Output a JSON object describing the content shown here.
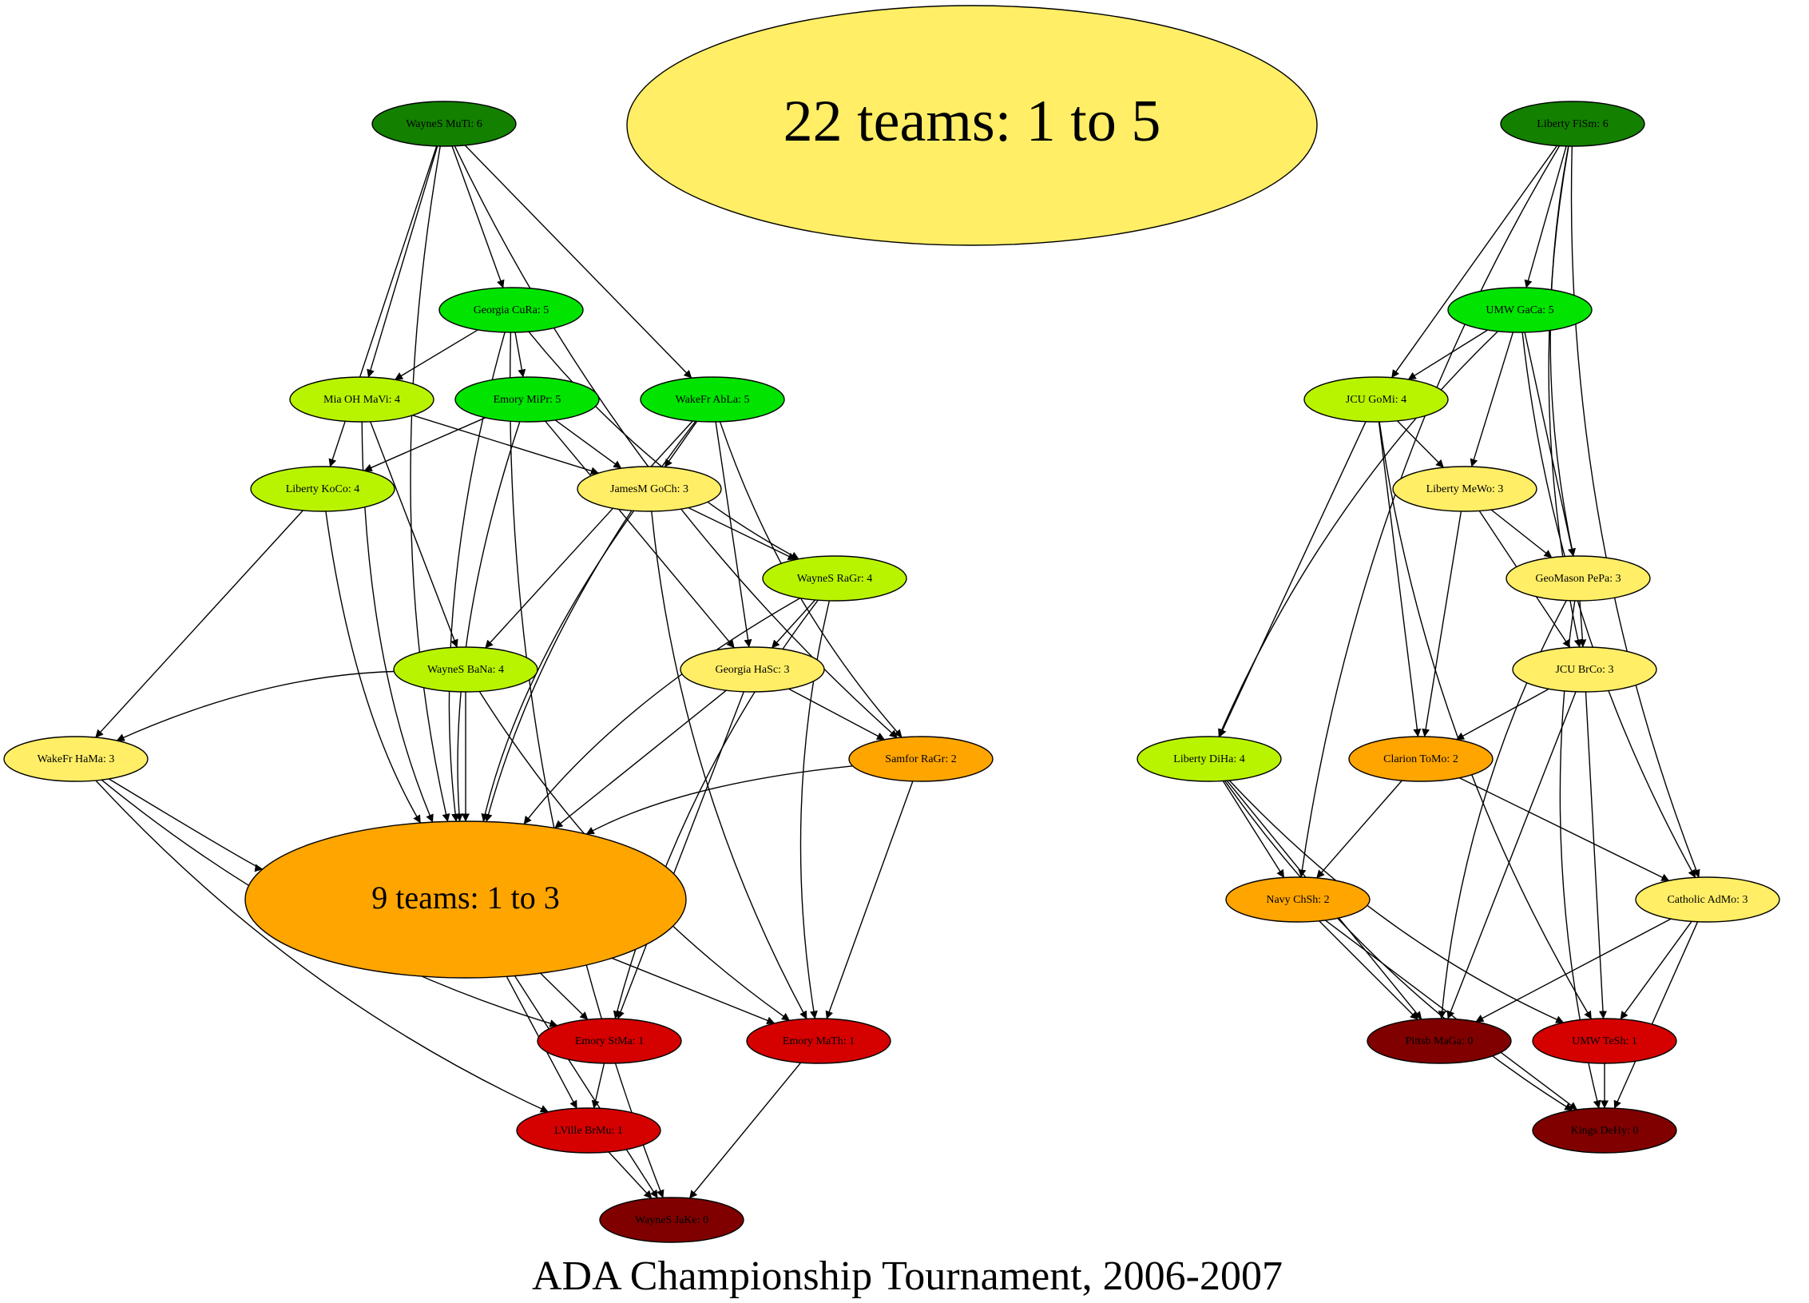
{
  "title": "ADA Championship Tournament, 2006-2007",
  "summary": {
    "label": "22 teams: 1 to 5",
    "color": "#ffee66"
  },
  "cluster": {
    "label": "9 teams: 1 to 3",
    "color": "#ffa500"
  },
  "colors": {
    "score6": "#138000",
    "score5": "#00e400",
    "score4": "#b8f400",
    "score3": "#ffee66",
    "score2": "#ffa500",
    "score1": "#d50000",
    "score0": "#800000"
  },
  "nodes": [
    {
      "id": "wayne_muti",
      "label": "WayneS MuTi: 6",
      "score": 6
    },
    {
      "id": "georgia_cura",
      "label": "Georgia CuRa: 5",
      "score": 5
    },
    {
      "id": "mia_mavi",
      "label": "Mia OH MaVi: 4",
      "score": 4
    },
    {
      "id": "emory_mipr",
      "label": "Emory MiPr: 5",
      "score": 5
    },
    {
      "id": "wakefr_abla",
      "label": "WakeFr AbLa: 5",
      "score": 5
    },
    {
      "id": "liberty_koco",
      "label": "Liberty KoCo: 4",
      "score": 4
    },
    {
      "id": "jamesm_goch",
      "label": "JamesM GoCh: 3",
      "score": 3
    },
    {
      "id": "wayne_ragr",
      "label": "WayneS RaGr: 4",
      "score": 4
    },
    {
      "id": "wayne_bana",
      "label": "WayneS BaNa: 4",
      "score": 4
    },
    {
      "id": "georgia_hasc",
      "label": "Georgia HaSc: 3",
      "score": 3
    },
    {
      "id": "samfor_ragr",
      "label": "Samfor RaGr: 2",
      "score": 2
    },
    {
      "id": "wakefr_hama",
      "label": "WakeFr HaMa: 3",
      "score": 3
    },
    {
      "id": "emory_stma",
      "label": "Emory StMa: 1",
      "score": 1
    },
    {
      "id": "emory_math",
      "label": "Emory MaTh: 1",
      "score": 1
    },
    {
      "id": "lville_brmu",
      "label": "LVille BrMu: 1",
      "score": 1
    },
    {
      "id": "wayne_jake",
      "label": "WayneS JaKe: 0",
      "score": 0
    },
    {
      "id": "liberty_fism",
      "label": "Liberty FiSm: 6",
      "score": 6
    },
    {
      "id": "umw_gaca",
      "label": "UMW GaCa: 5",
      "score": 5
    },
    {
      "id": "jcu_gomi",
      "label": "JCU GoMi: 4",
      "score": 4
    },
    {
      "id": "liberty_mewo",
      "label": "Liberty MeWo: 3",
      "score": 3
    },
    {
      "id": "geomason_pepa",
      "label": "GeoMason PePa: 3",
      "score": 3
    },
    {
      "id": "jcu_brco",
      "label": "JCU BrCo: 3",
      "score": 3
    },
    {
      "id": "liberty_diha",
      "label": "Liberty DiHa: 4",
      "score": 4
    },
    {
      "id": "clarion_tomo",
      "label": "Clarion ToMo: 2",
      "score": 2
    },
    {
      "id": "navy_chsh",
      "label": "Navy ChSh: 2",
      "score": 2
    },
    {
      "id": "catholic_admo",
      "label": "Catholic AdMo: 3",
      "score": 3
    },
    {
      "id": "pittsb_maga",
      "label": "Pittsb MaGa: 0",
      "score": 0
    },
    {
      "id": "umw_tesh",
      "label": "UMW TeSh: 1",
      "score": 1
    },
    {
      "id": "kings_dehy",
      "label": "Kings DeHy: 0",
      "score": 0
    }
  ],
  "edges": [
    [
      "wayne_muti",
      "georgia_cura"
    ],
    [
      "wayne_muti",
      "mia_mavi"
    ],
    [
      "wayne_muti",
      "wakefr_abla"
    ],
    [
      "wayne_muti",
      "liberty_koco"
    ],
    [
      "wayne_muti",
      "cluster"
    ],
    [
      "wayne_muti",
      "samfor_ragr"
    ],
    [
      "georgia_cura",
      "mia_mavi"
    ],
    [
      "georgia_cura",
      "emory_mipr"
    ],
    [
      "georgia_cura",
      "wayne_ragr"
    ],
    [
      "georgia_cura",
      "cluster"
    ],
    [
      "georgia_cura",
      "wayne_jake"
    ],
    [
      "mia_mavi",
      "jamesm_goch"
    ],
    [
      "mia_mavi",
      "wayne_bana"
    ],
    [
      "mia_mavi",
      "cluster"
    ],
    [
      "emory_mipr",
      "liberty_koco"
    ],
    [
      "emory_mipr",
      "jamesm_goch"
    ],
    [
      "emory_mipr",
      "georgia_hasc"
    ],
    [
      "emory_mipr",
      "cluster"
    ],
    [
      "wakefr_abla",
      "jamesm_goch"
    ],
    [
      "wakefr_abla",
      "wayne_bana"
    ],
    [
      "wakefr_abla",
      "georgia_hasc"
    ],
    [
      "wakefr_abla",
      "samfor_ragr"
    ],
    [
      "wakefr_abla",
      "cluster"
    ],
    [
      "liberty_koco",
      "wakefr_hama"
    ],
    [
      "liberty_koco",
      "cluster"
    ],
    [
      "jamesm_goch",
      "wayne_ragr"
    ],
    [
      "jamesm_goch",
      "cluster"
    ],
    [
      "jamesm_goch",
      "emory_math"
    ],
    [
      "wayne_ragr",
      "georgia_hasc"
    ],
    [
      "wayne_ragr",
      "cluster"
    ],
    [
      "wayne_ragr",
      "emory_stma"
    ],
    [
      "wayne_ragr",
      "emory_math"
    ],
    [
      "wayne_bana",
      "wakefr_hama"
    ],
    [
      "wayne_bana",
      "cluster"
    ],
    [
      "wayne_bana",
      "emory_math"
    ],
    [
      "georgia_hasc",
      "samfor_ragr"
    ],
    [
      "georgia_hasc",
      "cluster"
    ],
    [
      "georgia_hasc",
      "emory_stma"
    ],
    [
      "samfor_ragr",
      "cluster"
    ],
    [
      "samfor_ragr",
      "emory_math"
    ],
    [
      "wakefr_hama",
      "cluster"
    ],
    [
      "wakefr_hama",
      "emory_stma"
    ],
    [
      "wakefr_hama",
      "lville_brmu"
    ],
    [
      "cluster",
      "emory_stma"
    ],
    [
      "cluster",
      "emory_math"
    ],
    [
      "cluster",
      "lville_brmu"
    ],
    [
      "cluster",
      "wayne_jake"
    ],
    [
      "emory_stma",
      "lville_brmu"
    ],
    [
      "lville_brmu",
      "wayne_jake"
    ],
    [
      "emory_math",
      "wayne_jake"
    ],
    [
      "liberty_fism",
      "umw_gaca"
    ],
    [
      "liberty_fism",
      "jcu_gomi"
    ],
    [
      "liberty_fism",
      "geomason_pepa"
    ],
    [
      "liberty_fism",
      "jcu_brco"
    ],
    [
      "liberty_fism",
      "catholic_admo"
    ],
    [
      "liberty_fism",
      "navy_chsh"
    ],
    [
      "umw_gaca",
      "jcu_gomi"
    ],
    [
      "umw_gaca",
      "liberty_mewo"
    ],
    [
      "umw_gaca",
      "geomason_pepa"
    ],
    [
      "umw_gaca",
      "catholic_admo"
    ],
    [
      "umw_gaca",
      "liberty_diha"
    ],
    [
      "jcu_gomi",
      "liberty_mewo"
    ],
    [
      "jcu_gomi",
      "liberty_diha"
    ],
    [
      "jcu_gomi",
      "clarion_tomo"
    ],
    [
      "jcu_gomi",
      "umw_tesh"
    ],
    [
      "liberty_mewo",
      "geomason_pepa"
    ],
    [
      "liberty_mewo",
      "jcu_brco"
    ],
    [
      "liberty_mewo",
      "clarion_tomo"
    ],
    [
      "geomason_pepa",
      "jcu_brco"
    ],
    [
      "geomason_pepa",
      "pittsb_maga"
    ],
    [
      "geomason_pepa",
      "kings_dehy"
    ],
    [
      "jcu_brco",
      "clarion_tomo"
    ],
    [
      "jcu_brco",
      "pittsb_maga"
    ],
    [
      "jcu_brco",
      "umw_tesh"
    ],
    [
      "liberty_diha",
      "navy_chsh"
    ],
    [
      "liberty_diha",
      "pittsb_maga"
    ],
    [
      "liberty_diha",
      "umw_tesh"
    ],
    [
      "liberty_diha",
      "kings_dehy"
    ],
    [
      "clarion_tomo",
      "navy_chsh"
    ],
    [
      "clarion_tomo",
      "catholic_admo"
    ],
    [
      "navy_chsh",
      "pittsb_maga"
    ],
    [
      "navy_chsh",
      "kings_dehy"
    ],
    [
      "catholic_admo",
      "pittsb_maga"
    ],
    [
      "catholic_admo",
      "umw_tesh"
    ],
    [
      "catholic_admo",
      "kings_dehy"
    ],
    [
      "umw_tesh",
      "kings_dehy"
    ]
  ]
}
